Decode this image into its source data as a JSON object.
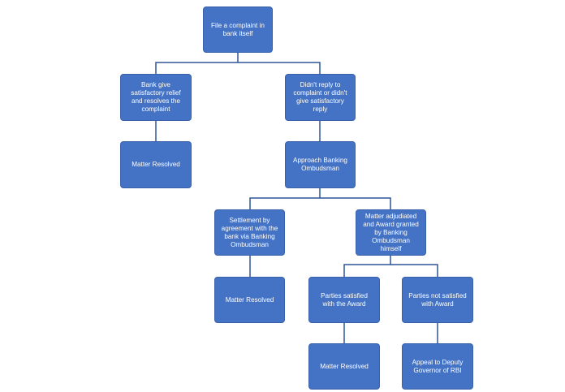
{
  "colors": {
    "node_fill": "#4472c4",
    "connector": "#2f5597"
  },
  "nodes": {
    "file_complaint": "File a complaint in bank itself",
    "bank_resolves": "Bank give satisfactory relief and resolves the complaint",
    "no_reply": "Didn't reply to complaint or didn't give satisfactory reply",
    "resolved_1": "Matter Resolved",
    "approach_ombudsman": "Approach Banking Ombudsman",
    "settlement": "Settlement by agreement with the bank via Banking Ombudsman",
    "adjudicated": "Matter adjudiated and Award granted by Banking Ombudsman himself",
    "resolved_2": "Matter Resolved",
    "parties_satisfied": "Parties satisfied with the Award",
    "parties_not_satisfied": "Parties not satisfied with Award",
    "resolved_3": "Matter Resolved",
    "appeal": "Appeal to Deputy Governor of RBI"
  }
}
